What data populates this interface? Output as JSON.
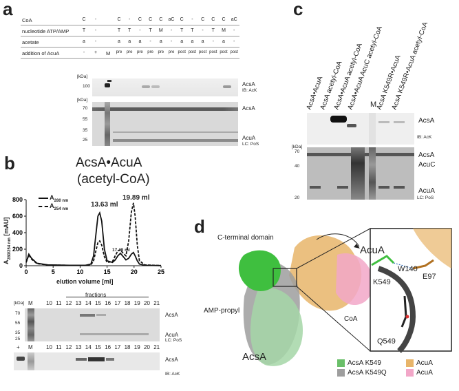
{
  "panels": {
    "a": "a",
    "b": "b",
    "c": "c",
    "d": "d"
  },
  "panel_a": {
    "rows": [
      "CoA",
      "nucleotide ATP/AMP",
      "acetate",
      "addition of AcuA"
    ],
    "marker_col_label": "M",
    "left_cols": [
      {
        "coa": "C",
        "nuc": "T",
        "ace": "a",
        "add": "-"
      },
      {
        "coa": "-",
        "nuc": "-",
        "ace": "-",
        "add": "+"
      }
    ],
    "right_cols": [
      {
        "coa": "C",
        "nuc": "T",
        "ace": "a",
        "add": "pre"
      },
      {
        "coa": "-",
        "nuc": "T",
        "ace": "a",
        "add": "pre"
      },
      {
        "coa": "C",
        "nuc": "-",
        "ace": "a",
        "add": "pre"
      },
      {
        "coa": "C",
        "nuc": "T",
        "ace": "-",
        "add": "pre"
      },
      {
        "coa": "C",
        "nuc": "M",
        "ace": "a",
        "add": "pre"
      },
      {
        "coa": "aC",
        "nuc": "-",
        "ace": "-",
        "add": "pre"
      },
      {
        "coa": "C",
        "nuc": "T",
        "ace": "a",
        "add": "post"
      },
      {
        "coa": "-",
        "nuc": "T",
        "ace": "a",
        "add": "post"
      },
      {
        "coa": "C",
        "nuc": "-",
        "ace": "a",
        "add": "post"
      },
      {
        "coa": "C",
        "nuc": "T",
        "ace": "-",
        "add": "post"
      },
      {
        "coa": "C",
        "nuc": "M",
        "ace": "a",
        "add": "post"
      },
      {
        "coa": "aC",
        "nuc": "-",
        "ace": "-",
        "add": "post"
      }
    ],
    "kda_label": "[kDa]",
    "top_blot_marker": "100",
    "top_blot_band": "AcsA",
    "top_blot_ib": "IB: AcK",
    "bottom_blot_markers": [
      "70",
      "55",
      "35",
      "25"
    ],
    "bottom_blot_bands": [
      "AcsA",
      "AcuA",
      "LC: PoS"
    ]
  },
  "panel_b": {
    "title_line1": "AcsA•AcuA",
    "title_line2": "(acetyl-CoA)",
    "legend_a280": "A",
    "legend_a280_sub": "280 nm",
    "legend_a254": "A",
    "legend_a254_sub": "254 nm",
    "ylabel": "A",
    "ylabel_sub": "280/254 nm",
    "ylabel_unit": "[mAU]",
    "xlabel": "elution volume [ml]",
    "peak_labels": [
      "13.63 ml",
      "17.48 ml",
      "19.89 ml"
    ],
    "fractions_label": "fractions",
    "lane_header_plus": "+",
    "lane_header_m": "M",
    "fraction_numbers": [
      "10",
      "11",
      "12",
      "13",
      "14",
      "15",
      "16",
      "17",
      "18",
      "19",
      "20",
      "21"
    ],
    "kda_label": "[kDa]",
    "gel_markers": [
      "70",
      "55",
      "35",
      "25"
    ],
    "gel_bands": [
      "AcsA",
      "AcuA",
      "LC: PoS"
    ],
    "blot_band": "AcsA",
    "blot_ib": "IB: AcK"
  },
  "panel_c": {
    "lanes": [
      "AcsA•AcuA",
      "AcsA acetyl-CoA",
      "AcsA•AcuA acetyl-CoA",
      "AcsA•AcuA AcuC acetyl-CoA",
      "M",
      "AcsA K549R•AcuA",
      "AcsA K549R•AcuA acetyl-CoA"
    ],
    "top_band": "AcsA",
    "top_ib": "IB: AcK",
    "kda_label": "[kDa]",
    "markers": [
      "70",
      "40",
      "20"
    ],
    "bottom_bands": [
      "AcsA",
      "AcuC",
      "AcuA",
      "LC: PoS"
    ]
  },
  "panel_d": {
    "labels": [
      "C-terminal domain",
      "AcuA",
      "AMP-propyl",
      "CoA",
      "AcsA"
    ],
    "inset_labels": [
      "W140",
      "K549",
      "E97",
      "Q549"
    ],
    "legend": [
      {
        "label": "AcsA K549",
        "color": "#6abf69"
      },
      {
        "label": "AcuA",
        "color": "#e8b56a"
      },
      {
        "label": "AcsA K549Q",
        "color": "#9e9e9e"
      },
      {
        "label": "AcuA",
        "color": "#f2a7c8"
      }
    ]
  },
  "chart_data": {
    "type": "line",
    "title": "AcsA•AcuA (acetyl-CoA)",
    "xlabel": "elution volume [ml]",
    "ylabel": "A280/254 nm [mAU]",
    "xlim": [
      0,
      25
    ],
    "ylim": [
      0,
      800
    ],
    "x_ticks": [
      0,
      5,
      10,
      15,
      20,
      25
    ],
    "y_ticks": [
      0,
      200,
      400,
      600,
      800
    ],
    "series": [
      {
        "name": "A280 nm",
        "style": "solid",
        "x": [
          0,
          0.5,
          1,
          2,
          4,
          8,
          11,
          12,
          12.5,
          13,
          13.3,
          13.63,
          14,
          14.5,
          15,
          16,
          16.5,
          17,
          17.48,
          18,
          18.5,
          19,
          19.5,
          19.89,
          20.2,
          20.6,
          21,
          22,
          25
        ],
        "y": [
          40,
          140,
          90,
          30,
          10,
          5,
          5,
          20,
          120,
          420,
          600,
          640,
          540,
          200,
          60,
          40,
          70,
          120,
          150,
          110,
          70,
          90,
          140,
          160,
          120,
          60,
          20,
          5,
          2
        ]
      },
      {
        "name": "A254 nm",
        "style": "dashed",
        "x": [
          0,
          0.5,
          1,
          2,
          4,
          8,
          11,
          12,
          12.5,
          13,
          13.3,
          13.63,
          14,
          14.5,
          15,
          16,
          16.5,
          17,
          17.48,
          18,
          18.5,
          19,
          19.5,
          19.89,
          20.2,
          20.6,
          21,
          22,
          25
        ],
        "y": [
          40,
          130,
          80,
          25,
          8,
          5,
          5,
          10,
          60,
          200,
          280,
          300,
          250,
          110,
          40,
          50,
          120,
          180,
          190,
          150,
          120,
          300,
          650,
          760,
          600,
          250,
          60,
          10,
          2
        ]
      }
    ],
    "annotations": [
      "13.63 ml",
      "17.48 ml",
      "19.89 ml"
    ]
  }
}
